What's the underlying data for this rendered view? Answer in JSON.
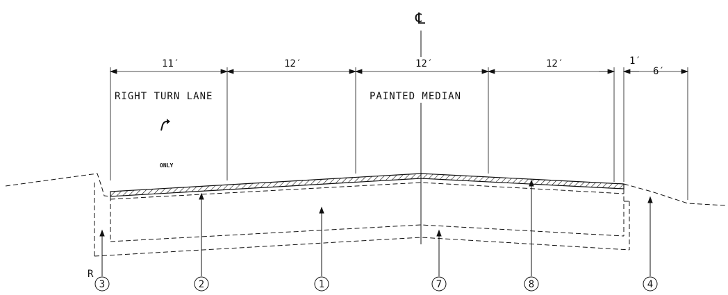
{
  "centerline_symbol": "℄",
  "dimensions": [
    "11′",
    "12′",
    "12′",
    "12′",
    "1′",
    "6′"
  ],
  "labels": {
    "right_turn_lane": "RIGHT TURN LANE",
    "painted_median": "PAINTED MEDIAN",
    "only": "ONLY",
    "radius": "R"
  },
  "callouts": [
    "3",
    "2",
    "1",
    "7",
    "8",
    "4"
  ],
  "colors": {
    "line": "#111111",
    "background": "#ffffff"
  },
  "icons": {
    "turn_arrow": "right-turn-arrow-icon"
  }
}
